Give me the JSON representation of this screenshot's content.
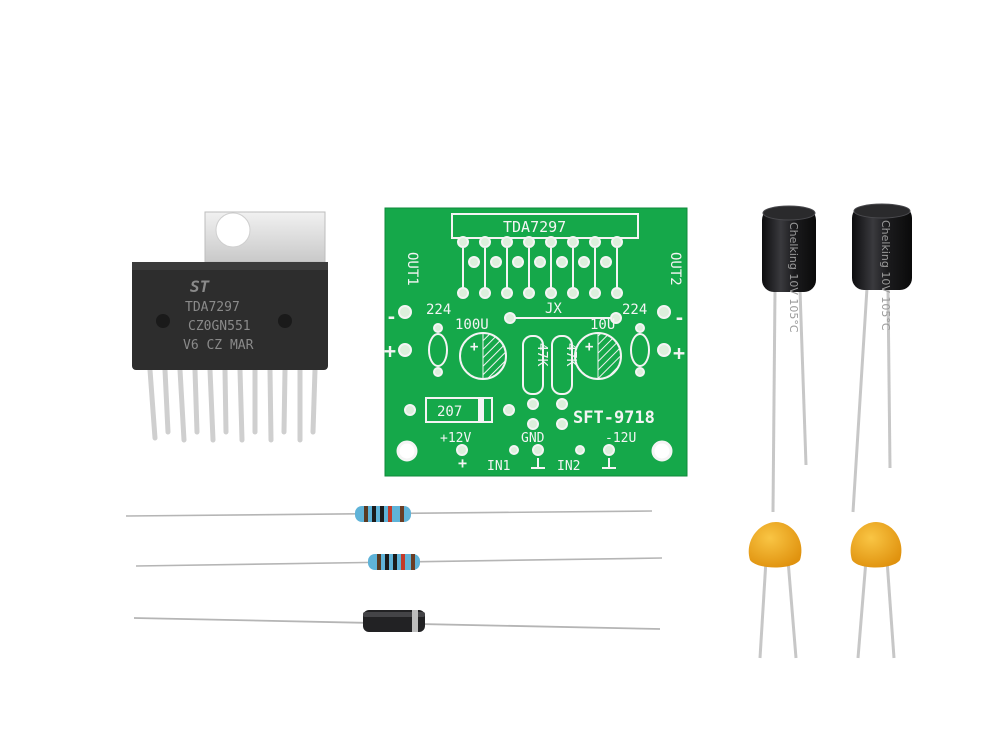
{
  "ic": {
    "logo": "ST",
    "lines": [
      "TDA7297",
      "CZ0GN551",
      "V6  CZ  MAR"
    ]
  },
  "pcb": {
    "chip_label": "TDA7297",
    "out1": "OUT1",
    "out2": "OUT2",
    "cap_left": "224",
    "cap_right": "224",
    "jumper": "JX",
    "elec_left": "100U",
    "elec_right": "10U",
    "res_a": "47K",
    "res_b": "47K",
    "diode": "207",
    "model": "SFT-9718",
    "plus_12v": "+12V",
    "gnd": "GND",
    "minus_12v": "-12U",
    "in1": "IN1",
    "in2": "IN2",
    "minus_left": "-",
    "plus_left": "+",
    "minus_right": "-",
    "plus_right": "+",
    "plus_bottom": "+"
  },
  "capacitor_print": "Chelking 10V 105°C",
  "colors": {
    "pcb_green": "#15a84a",
    "chip_body": "#2d2d2d",
    "heatsink": "#d9d9d9",
    "cap_body": "#1a1a1c",
    "ceramic": "#f2a91a",
    "resistor": "#5fb3d8"
  }
}
